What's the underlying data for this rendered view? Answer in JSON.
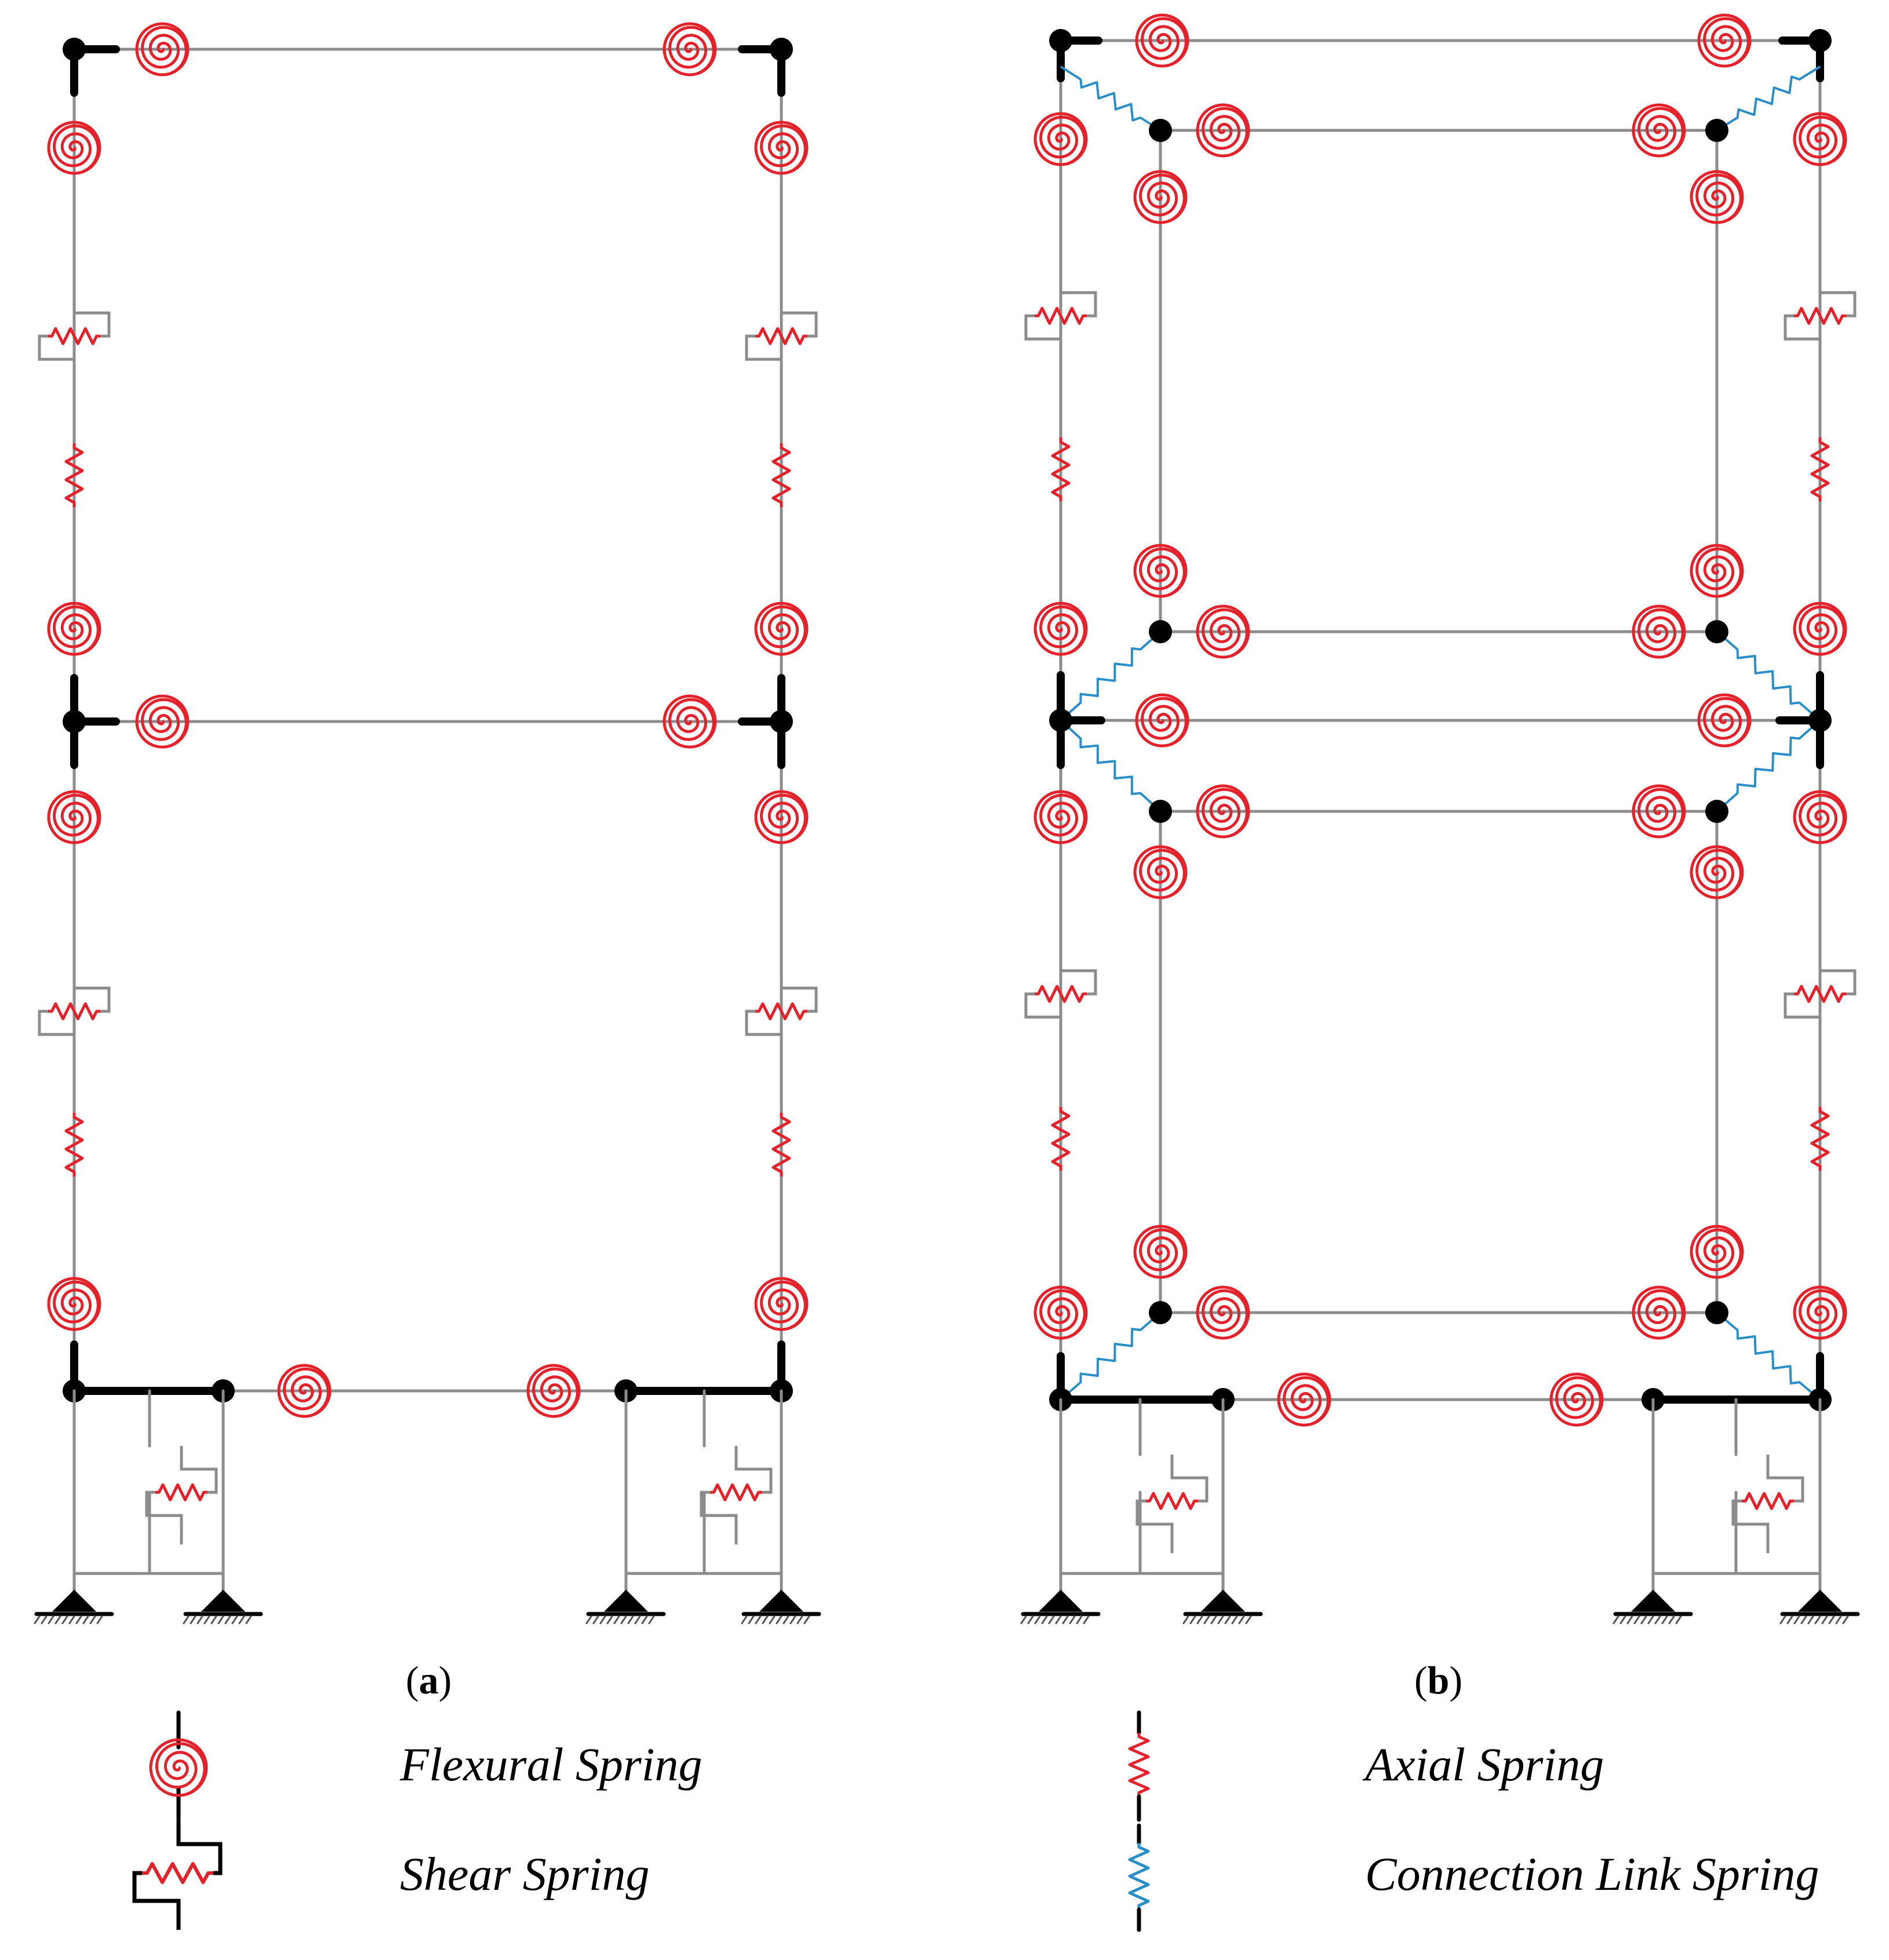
{
  "panels": {
    "a": {
      "label": "a"
    },
    "b": {
      "label": "b"
    }
  },
  "legend": {
    "flexural": "Flexural Spring",
    "shear": "Shear Spring",
    "axial": "Axial Spring",
    "link": "Connection Link Spring"
  },
  "colors": {
    "member": "#8c8c8c",
    "rigid": "#000000",
    "spring": "#e4222b",
    "link_spring": "#2a8ec9"
  }
}
